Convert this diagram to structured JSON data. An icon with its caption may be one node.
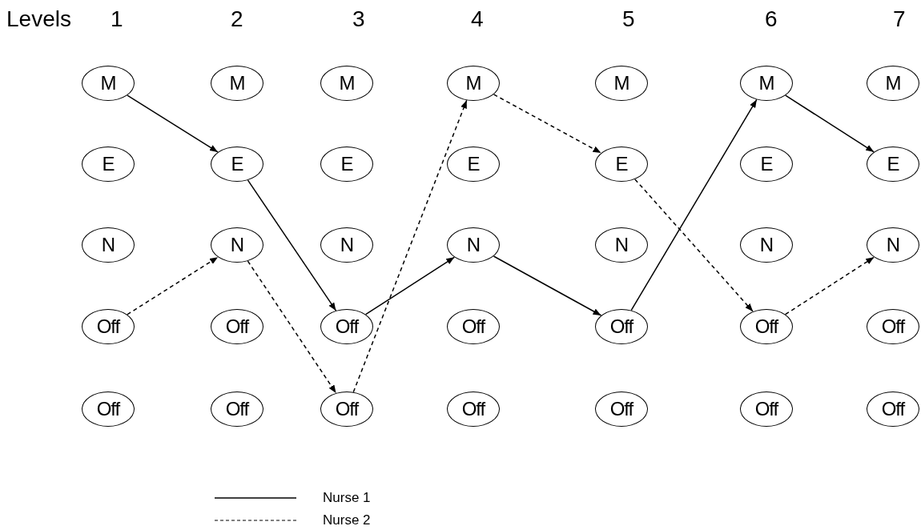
{
  "diagram": {
    "nodes": [
      {
        "text": [
          "M"
        ]
      },
      {
        "text": [
          "M"
        ]
      },
      {
        "text": [
          "M"
        ]
      },
      {
        "text": [
          "M"
        ]
      },
      {
        "text": [
          "M"
        ]
      },
      {
        "text": [
          "M"
        ]
      },
      {
        "text": [
          "M"
        ]
      },
      {
        "text": [
          "E"
        ]
      },
      {
        "text": [
          "E"
        ]
      },
      {
        "text": [
          "E"
        ]
      },
      {
        "text": [
          "E"
        ]
      },
      {
        "text": [
          "E"
        ]
      },
      {
        "text": [
          "E"
        ]
      },
      {
        "text": [
          "E"
        ]
      },
      {
        "text": [
          "N"
        ]
      },
      {
        "text": [
          "N"
        ]
      },
      {
        "text": [
          "N"
        ]
      },
      {
        "text": [
          "N"
        ]
      },
      {
        "text": [
          "N"
        ]
      },
      {
        "text": [
          "N"
        ]
      },
      {
        "text": [
          "N"
        ]
      },
      {
        "text": [
          "Off"
        ]
      },
      {
        "text": [
          "Off"
        ]
      },
      {
        "text": [
          "Off"
        ]
      },
      {
        "text": [
          "Off"
        ]
      },
      {
        "text": [
          "Off"
        ]
      },
      {
        "text": [
          "Off"
        ]
      },
      {
        "text": [
          "Off"
        ]
      },
      {
        "text": [
          "Off"
        ]
      },
      {
        "text": [
          "Off"
        ]
      },
      {
        "text": [
          "Off"
        ]
      },
      {
        "text": [
          "Off"
        ]
      },
      {
        "text": [
          "Off"
        ]
      },
      {
        "text": [
          "Off"
        ]
      },
      {
        "text": [
          "Off"
        ]
      }
    ],
    "edges": [
      {
        "from": 0,
        "to": 8,
        "arrow": "to"
      },
      {
        "from": 8,
        "to": 23,
        "arrow": "to"
      },
      {
        "from": 23,
        "to": 17,
        "arrow": "to"
      },
      {
        "from": 17,
        "to": 25,
        "arrow": "to"
      },
      {
        "from": 25,
        "to": 5,
        "arrow": "to"
      },
      {
        "from": 5,
        "to": 13,
        "arrow": "to"
      },
      {
        "from": 21,
        "to": 15,
        "arrow": "to",
        "style": "dashed"
      },
      {
        "from": 15,
        "to": 30,
        "arrow": "to",
        "style": "dashed"
      },
      {
        "from": 30,
        "to": 3,
        "arrow": "to",
        "style": "dashed"
      },
      {
        "from": 3,
        "to": 11,
        "arrow": "to",
        "style": "dashed"
      },
      {
        "from": 11,
        "to": 26,
        "arrow": "to",
        "style": "dashed"
      },
      {
        "from": 26,
        "to": 20,
        "arrow": "to",
        "style": "dashed"
      }
    ],
    "labels": [
      "Levels",
      "1",
      "2",
      "3",
      "4",
      "5",
      "6",
      "7"
    ],
    "legend": [
      {
        "text": "Nurse 1"
      },
      {
        "text": "Nurse 2"
      }
    ]
  }
}
